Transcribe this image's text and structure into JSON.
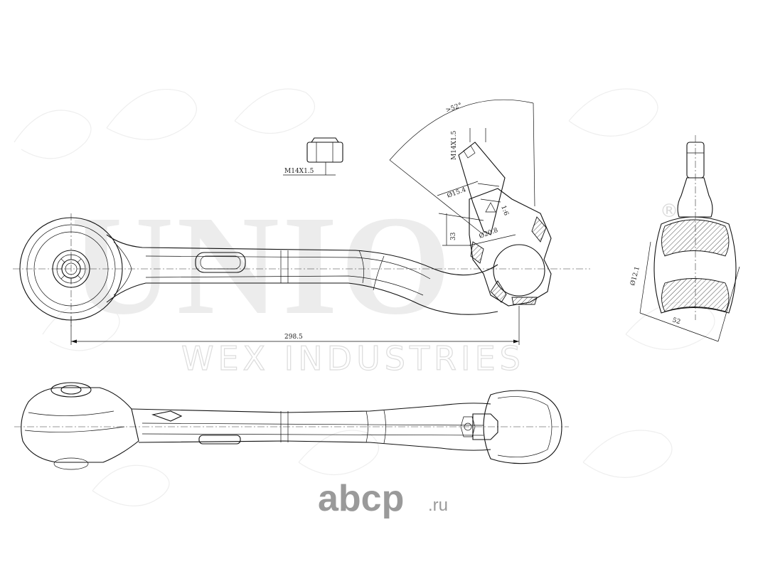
{
  "watermark": {
    "brand": "UNIO",
    "registered": "®",
    "company": "WEX INDUSTRIES"
  },
  "site_logo": {
    "name": "abcp",
    "domain": ".ru"
  },
  "dimensions": {
    "overall_length": "298.5",
    "nut_thread": "M14X1.5",
    "stud_thread": "M14X1.5",
    "angle": ">52°",
    "diameter_small": "Ø15.4",
    "diameter_large": "Ø20.8",
    "taper": "1:6",
    "height": "33",
    "bushing_diameter": "Ø12.1",
    "bushing_width": "52"
  },
  "colors": {
    "line": "#111111",
    "watermark": "#ececec",
    "logo": "#9a9a9a"
  }
}
